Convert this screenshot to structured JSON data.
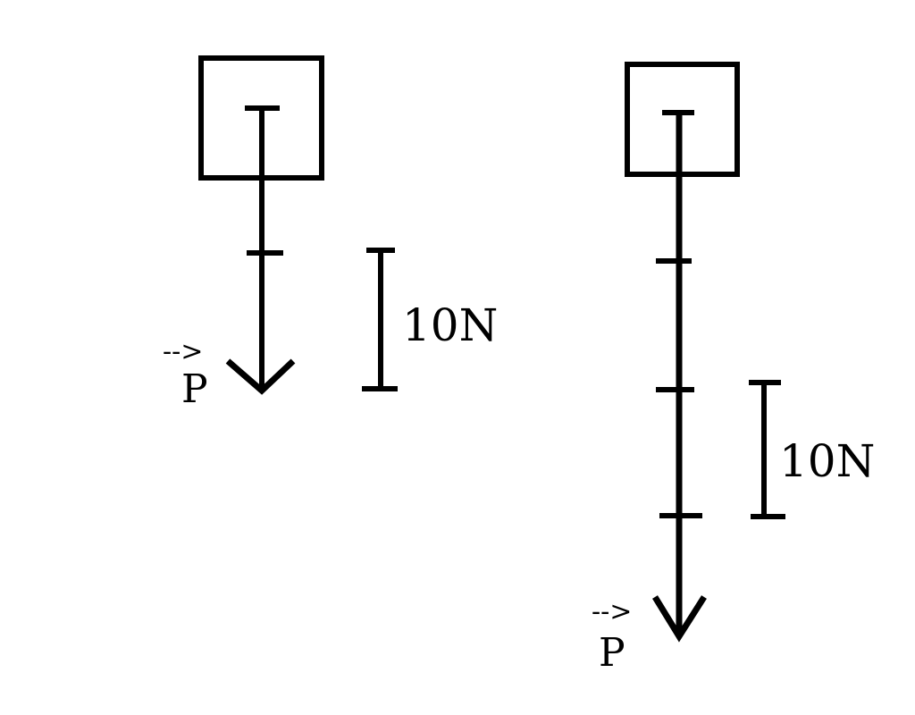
{
  "colors": {
    "stroke": "#000000",
    "background": "#ffffff"
  },
  "diagrams": [
    {
      "scale_label": "10N",
      "vector_label": "P",
      "vector_arrow_symbol": "-->"
    },
    {
      "scale_label": "10N",
      "vector_label": "P",
      "vector_arrow_symbol": "-->"
    }
  ]
}
